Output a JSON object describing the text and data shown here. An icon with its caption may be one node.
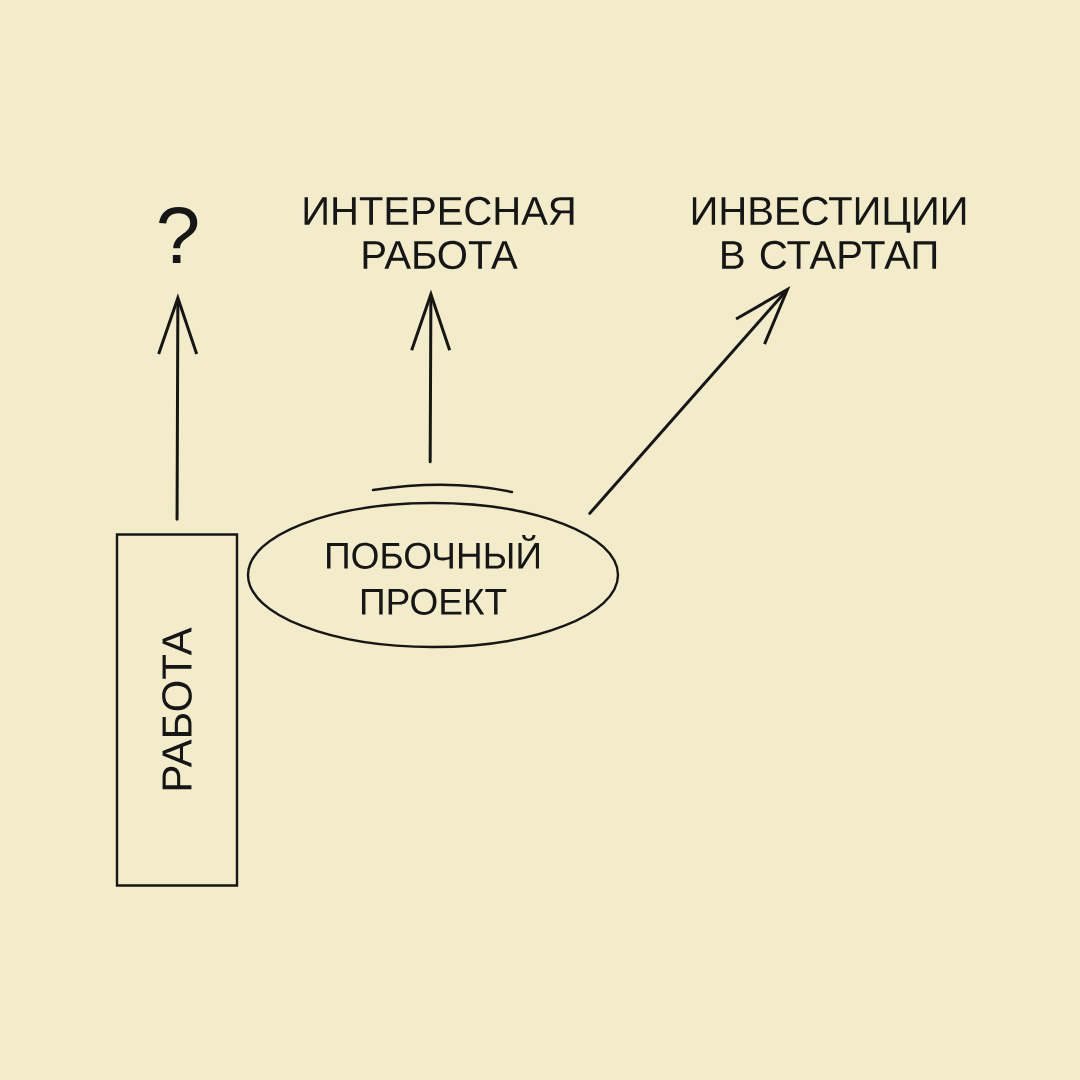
{
  "diagram": {
    "nodes": [
      {
        "text": [
          "?"
        ]
      },
      {
        "text": [
          "ИНТЕРЕСНАЯ РАБОТА"
        ]
      },
      {
        "text": [
          "ИНВЕСТИЦИИ В СТАРТАП"
        ]
      },
      {
        "text": [
          "РАБОТА"
        ]
      },
      {
        "text": [
          "ПОБОЧНЫЙ ПРОЕКТ"
        ]
      }
    ],
    "edges": [
      {
        "from": 3,
        "to": 0,
        "arrow": "to"
      },
      {
        "from": 4,
        "to": 1,
        "arrow": "to"
      },
      {
        "from": 4,
        "to": 2,
        "arrow": "to"
      }
    ]
  }
}
